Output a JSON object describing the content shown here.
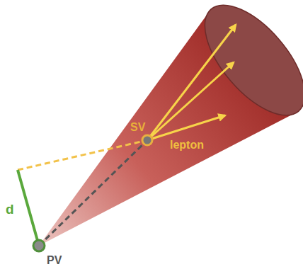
{
  "diagram": {
    "labels": [
      "SV",
      "lepton",
      "d",
      "PV"
    ]
  }
}
